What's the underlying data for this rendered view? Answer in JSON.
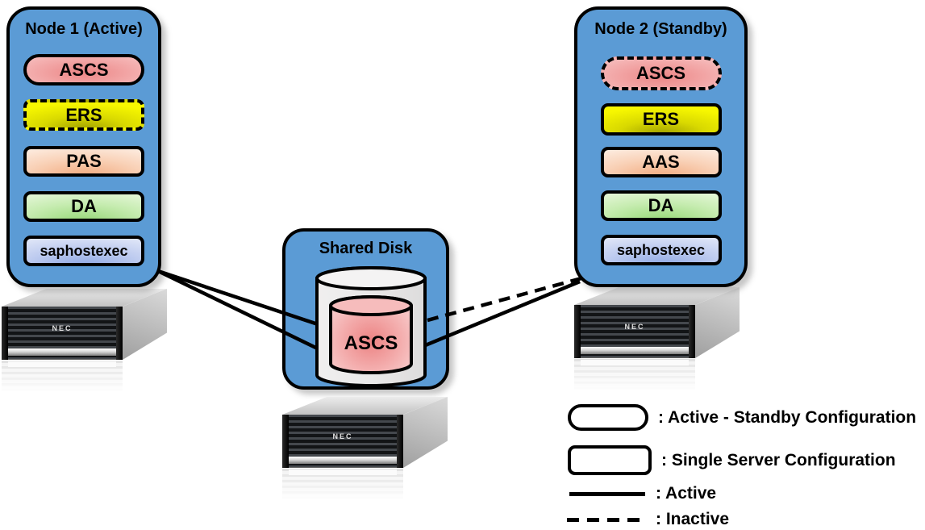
{
  "node1": {
    "title": "Node 1 (Active)",
    "components": [
      {
        "label": "ASCS",
        "shape": "stadium",
        "border": "solid",
        "state": "active"
      },
      {
        "label": "ERS",
        "shape": "rounded-rect",
        "border": "dashed",
        "state": "inactive"
      },
      {
        "label": "PAS",
        "shape": "rounded-rect",
        "border": "solid",
        "state": "active"
      },
      {
        "label": "DA",
        "shape": "rounded-rect",
        "border": "solid",
        "state": "active"
      },
      {
        "label": "saphostexec",
        "shape": "rounded-rect",
        "border": "solid",
        "state": "active"
      }
    ]
  },
  "node2": {
    "title": "Node 2 (Standby)",
    "components": [
      {
        "label": "ASCS",
        "shape": "stadium",
        "border": "dashed",
        "state": "inactive"
      },
      {
        "label": "ERS",
        "shape": "rounded-rect",
        "border": "solid",
        "state": "active"
      },
      {
        "label": "AAS",
        "shape": "rounded-rect",
        "border": "solid",
        "state": "active"
      },
      {
        "label": "DA",
        "shape": "rounded-rect",
        "border": "solid",
        "state": "active"
      },
      {
        "label": "saphostexec",
        "shape": "rounded-rect",
        "border": "solid",
        "state": "active"
      }
    ]
  },
  "shared_disk": {
    "title": "Shared Disk",
    "volume_label": "ASCS"
  },
  "servers": {
    "brand": "NEC"
  },
  "connections": [
    {
      "from": "node1",
      "to": "shared-disk",
      "style": "solid"
    },
    {
      "from": "node1",
      "to": "shared-disk",
      "style": "solid"
    },
    {
      "from": "node2",
      "to": "shared-disk",
      "style": "dashed"
    },
    {
      "from": "node2",
      "to": "shared-disk",
      "style": "solid"
    }
  ],
  "legend": {
    "items": [
      {
        "symbol": "stadium-outline",
        "label": ": Active - Standby Configuration"
      },
      {
        "symbol": "rounded-rect-outline",
        "label": ": Single Server Configuration"
      },
      {
        "symbol": "solid-line",
        "label": ": Active"
      },
      {
        "symbol": "dashed-line",
        "label": ": Inactive"
      }
    ]
  },
  "colors": {
    "node_fill": "#5b9bd5",
    "outline": "#000000",
    "ascs_fill": "#f2a0a0",
    "ers_fill": "#eded00",
    "pas_aas_fill": "#f9cfae",
    "da_fill": "#c6ecb0",
    "saphostexec_fill": "#c3cfee",
    "disk_outer_fill": "#e9e8e8",
    "disk_inner_fill": "#f4a9a9"
  }
}
